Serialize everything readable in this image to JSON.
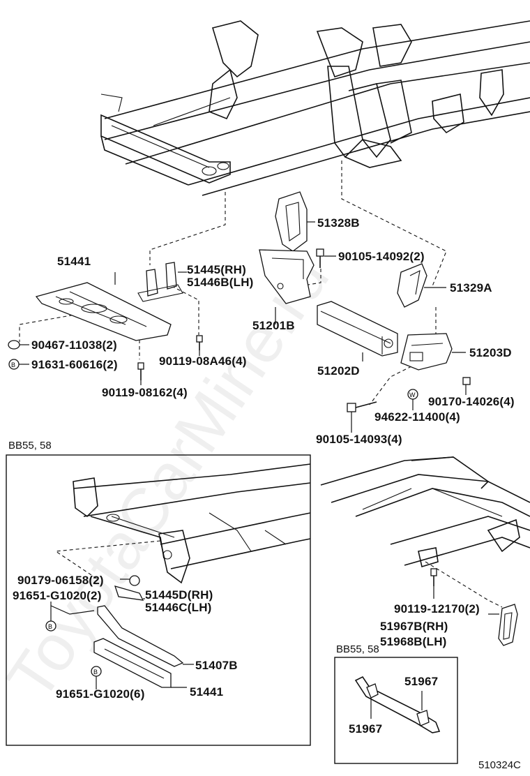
{
  "watermark": "ToyotaCarMine.ru",
  "diagram_code": "510324C",
  "top_labels": {
    "p51328B": "51328B",
    "p90105_14092": "90105-14092(2)",
    "p51441": "51441",
    "p51445RH": "51445(RH)",
    "p51446BLH": "51446B(LH)",
    "p51329A": "51329A",
    "p51201B": "51201B",
    "p51203D": "51203D",
    "p90467": "90467-11038(2)",
    "p91631": "91631-60616(2)",
    "p90119_08A46": "90119-08A46(4)",
    "p51202D": "51202D",
    "p90119_08162": "90119-08162(4)",
    "p90170": "90170-14026(4)",
    "p94622": "94622-11400(4)",
    "p90105_14093": "90105-14093(4)"
  },
  "left_box": {
    "title": "BB55, 58",
    "p90179": "90179-06158(2)",
    "p91651_a": "91651-G1020(2)",
    "p51445D": "51445D(RH)",
    "p51446C": "51446C(LH)",
    "p51407B": "51407B",
    "p91651_b": "91651-G1020(6)",
    "p51441": "51441"
  },
  "right_section": {
    "p90119_12170": "90119-12170(2)",
    "p51967B": "51967B(RH)",
    "p51968B": "51968B(LH)"
  },
  "small_box": {
    "title": "BB55, 58",
    "p51967_top": "51967",
    "p51967_bottom": "51967"
  },
  "fastener_marks": {
    "b": "B",
    "w": "W"
  }
}
